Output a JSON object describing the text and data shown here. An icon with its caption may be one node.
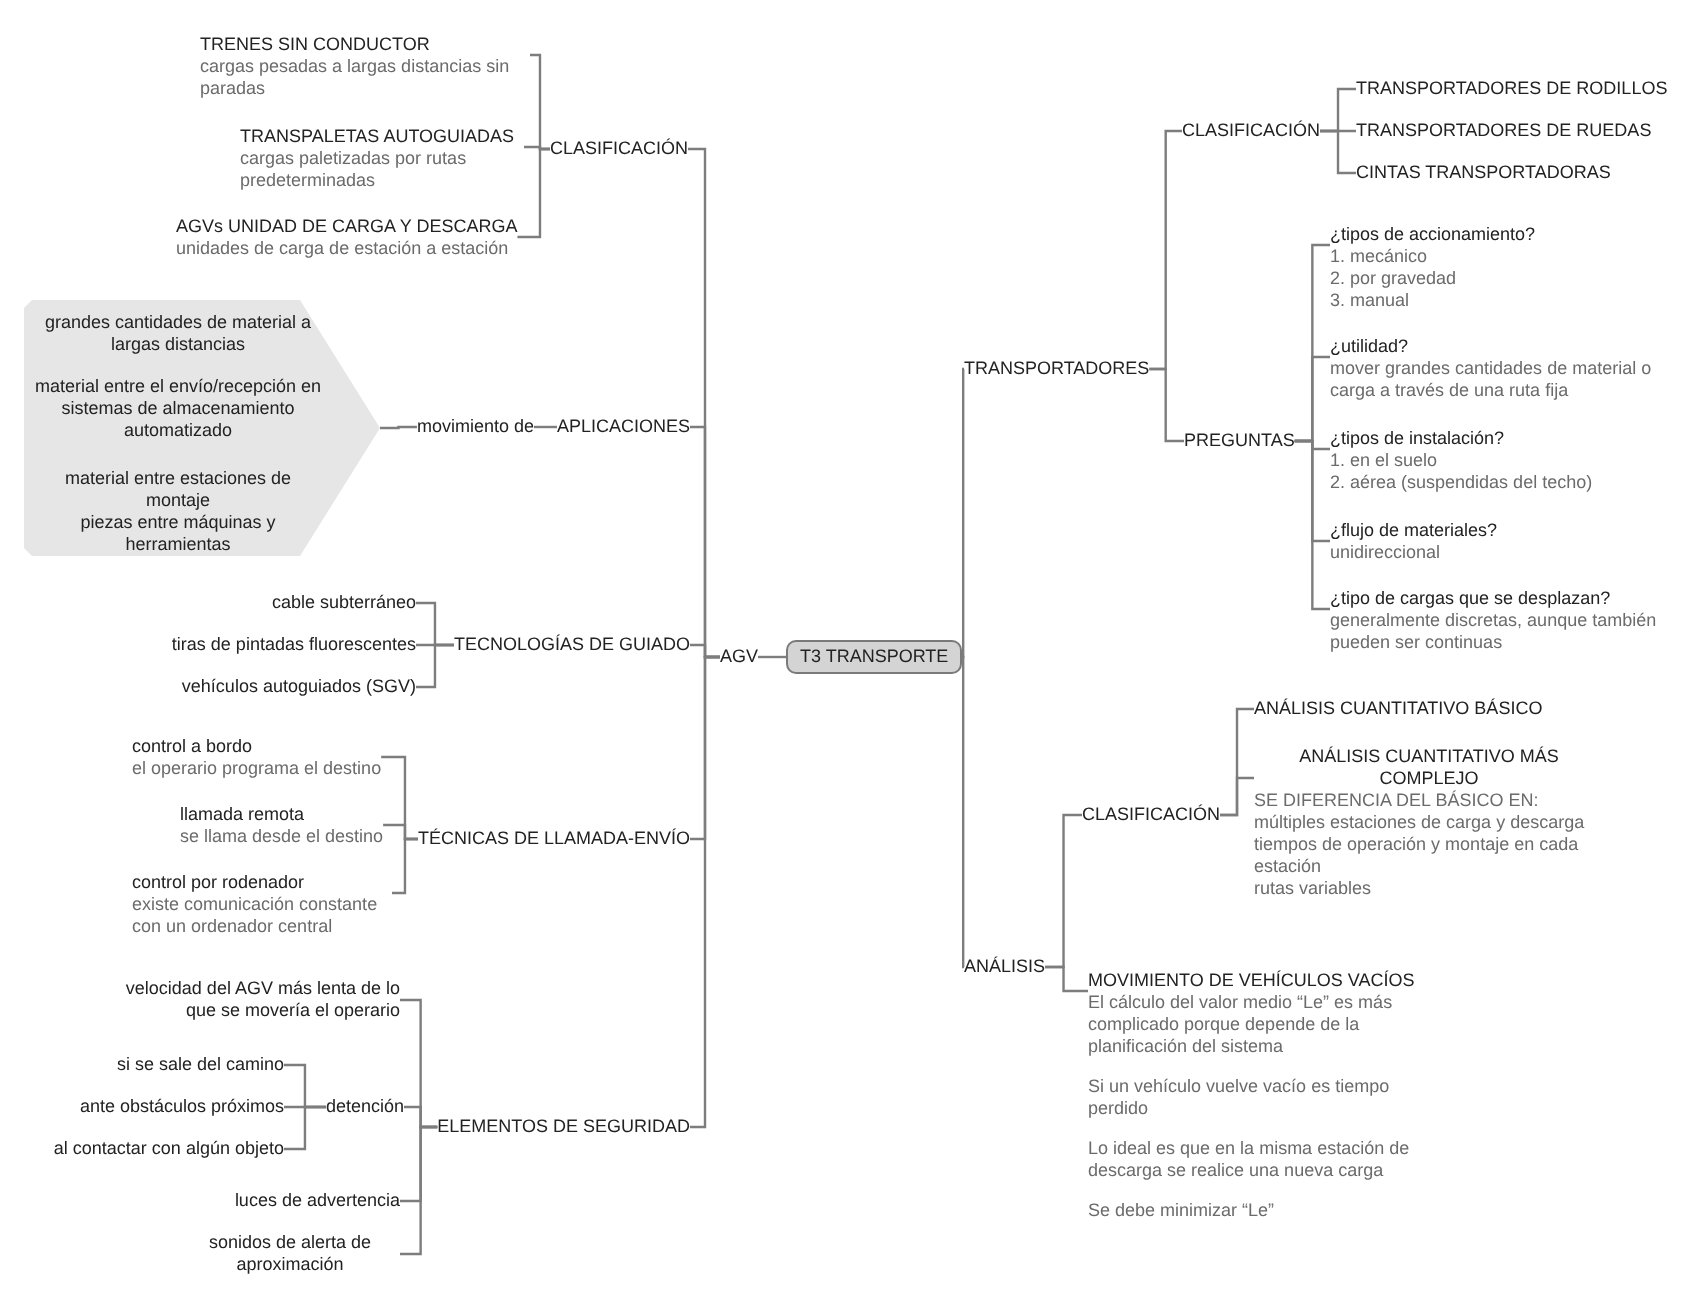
{
  "diagram": {
    "nodes": [
      {
        "text": [
          "T3 TRANSPORTE"
        ]
      },
      {
        "text": [
          "AGV"
        ]
      },
      {
        "text": [
          "CLASIFICACIÓN"
        ]
      },
      {
        "text": [
          "TRENES SIN CONDUCTOR",
          "cargas pesadas a largas distancias sin paradas"
        ]
      },
      {
        "text": [
          "TRANSPALETAS AUTOGUIADAS",
          "cargas paletizadas por rutas predeterminadas"
        ]
      },
      {
        "text": [
          "AGVs UNIDAD DE CARGA Y DESCARGA",
          "unidades de carga de estación a estación"
        ]
      },
      {
        "text": [
          "APLICACIONES"
        ]
      },
      {
        "text": [
          "movimiento de"
        ]
      },
      {
        "text": [],
        "shape": "pentagon"
      },
      {
        "text": [
          "grandes cantidades de material a largas distancias"
        ],
        "in": 8
      },
      {
        "text": [
          "material entre el envío/recepción en sistemas de almacenamiento automatizado"
        ],
        "in": 8
      },
      {
        "text": [
          "material entre estaciones de montaje"
        ],
        "in": 8
      },
      {
        "text": [
          "piezas entre máquinas y herramientas"
        ],
        "in": 8
      },
      {
        "text": [
          "TECNOLOGÍAS DE GUIADO"
        ]
      },
      {
        "text": [
          "cable subterráneo"
        ]
      },
      {
        "text": [
          "tiras de pintadas fluorescentes"
        ]
      },
      {
        "text": [
          "vehículos autoguiados (SGV)"
        ]
      },
      {
        "text": [
          "TÉCNICAS DE LLAMADA-ENVÍO"
        ]
      },
      {
        "text": [
          "control a bordo",
          "el operario programa el destino"
        ]
      },
      {
        "text": [
          "llamada remota",
          "se llama desde el destino"
        ]
      },
      {
        "text": [
          "control por rodenador",
          "existe comunicación constante con un ordenador central"
        ]
      },
      {
        "text": [
          "ELEMENTOS DE SEGURIDAD"
        ]
      },
      {
        "text": [
          "velocidad del AGV más lenta de lo que se movería el operario"
        ]
      },
      {
        "text": [
          "detención"
        ]
      },
      {
        "text": [
          "si se sale del camino"
        ]
      },
      {
        "text": [
          "ante obstáculos próximos"
        ]
      },
      {
        "text": [
          "al contactar con algún objeto"
        ]
      },
      {
        "text": [
          "luces de advertencia"
        ]
      },
      {
        "text": [
          "sonidos de alerta de aproximación"
        ]
      },
      {
        "text": [
          "TRANSPORTADORES"
        ]
      },
      {
        "text": [
          "CLASIFICACIÓN"
        ]
      },
      {
        "text": [
          "TRANSPORTADORES DE RODILLOS"
        ]
      },
      {
        "text": [
          "TRANSPORTADORES DE RUEDAS"
        ]
      },
      {
        "text": [
          "CINTAS TRANSPORTADORAS"
        ]
      },
      {
        "text": [
          "PREGUNTAS"
        ]
      },
      {
        "text": [
          "¿tipos de accionamiento?",
          "1. mecánico",
          "2. por gravedad",
          "3. manual"
        ]
      },
      {
        "text": [
          "¿utilidad?",
          "mover grandes cantidades de material o carga a través de una ruta fija"
        ]
      },
      {
        "text": [
          "¿tipos de instalación?",
          "1. en el suelo",
          "2. aérea (suspendidas del techo)"
        ]
      },
      {
        "text": [
          "¿flujo de materiales?",
          "unidireccional"
        ]
      },
      {
        "text": [
          "¿tipo de cargas que se desplazan?",
          "generalmente discretas, aunque también pueden ser continuas"
        ]
      },
      {
        "text": [
          "ANÁLISIS"
        ]
      },
      {
        "text": [
          "CLASIFICACIÓN"
        ]
      },
      {
        "text": [
          "ANÁLISIS CUANTITATIVO BÁSICO"
        ]
      },
      {
        "text": [
          "ANÁLISIS CUANTITATIVO MÁS COMPLEJO",
          "SE DIFERENCIA DEL BÁSICO EN:",
          "múltiples estaciones de carga y descarga",
          "tiempos de operación y montaje en cada estación",
          "rutas variables"
        ]
      },
      {
        "text": [
          "MOVIMIENTO DE VEHÍCULOS VACÍOS",
          "El cálculo del valor medio “Le” es más complicado porque depende de la planificación del sistema",
          "Si un vehículo vuelve vacío es tiempo perdido",
          "Lo ideal es que en la misma estación de descarga se realice una nueva carga",
          "Se debe minimizar “Le”"
        ]
      }
    ],
    "edges": [
      {
        "from": 0,
        "to": 1,
        "arrow": "none"
      },
      {
        "from": 1,
        "to": 2,
        "arrow": "none"
      },
      {
        "from": 2,
        "to": 3,
        "arrow": "none"
      },
      {
        "from": 2,
        "to": 4,
        "arrow": "none"
      },
      {
        "from": 2,
        "to": 5,
        "arrow": "none"
      },
      {
        "from": 1,
        "to": 6,
        "arrow": "none"
      },
      {
        "from": 6,
        "to": 7,
        "arrow": "none"
      },
      {
        "from": 7,
        "to": 8,
        "arrow": "none"
      },
      {
        "from": 1,
        "to": 13,
        "arrow": "none"
      },
      {
        "from": 13,
        "to": 14,
        "arrow": "none"
      },
      {
        "from": 13,
        "to": 15,
        "arrow": "none"
      },
      {
        "from": 13,
        "to": 16,
        "arrow": "none"
      },
      {
        "from": 1,
        "to": 17,
        "arrow": "none"
      },
      {
        "from": 17,
        "to": 18,
        "arrow": "none"
      },
      {
        "from": 17,
        "to": 19,
        "arrow": "none"
      },
      {
        "from": 17,
        "to": 20,
        "arrow": "none"
      },
      {
        "from": 1,
        "to": 21,
        "arrow": "none"
      },
      {
        "from": 21,
        "to": 22,
        "arrow": "none"
      },
      {
        "from": 21,
        "to": 23,
        "arrow": "none"
      },
      {
        "from": 23,
        "to": 24,
        "arrow": "none"
      },
      {
        "from": 23,
        "to": 25,
        "arrow": "none"
      },
      {
        "from": 23,
        "to": 26,
        "arrow": "none"
      },
      {
        "from": 21,
        "to": 27,
        "arrow": "none"
      },
      {
        "from": 21,
        "to": 28,
        "arrow": "none"
      },
      {
        "from": 0,
        "to": 29,
        "arrow": "none"
      },
      {
        "from": 29,
        "to": 30,
        "arrow": "none"
      },
      {
        "from": 30,
        "to": 31,
        "arrow": "none"
      },
      {
        "from": 30,
        "to": 32,
        "arrow": "none"
      },
      {
        "from": 30,
        "to": 33,
        "arrow": "none"
      },
      {
        "from": 29,
        "to": 34,
        "arrow": "none"
      },
      {
        "from": 34,
        "to": 35,
        "arrow": "none"
      },
      {
        "from": 34,
        "to": 36,
        "arrow": "none"
      },
      {
        "from": 34,
        "to": 37,
        "arrow": "none"
      },
      {
        "from": 34,
        "to": 38,
        "arrow": "none"
      },
      {
        "from": 34,
        "to": 39,
        "arrow": "none"
      },
      {
        "from": 0,
        "to": 40,
        "arrow": "none"
      },
      {
        "from": 40,
        "to": 41,
        "arrow": "none"
      },
      {
        "from": 41,
        "to": 42,
        "arrow": "none"
      },
      {
        "from": 41,
        "to": 43,
        "arrow": "none"
      },
      {
        "from": 40,
        "to": 44,
        "arrow": "none"
      }
    ]
  }
}
